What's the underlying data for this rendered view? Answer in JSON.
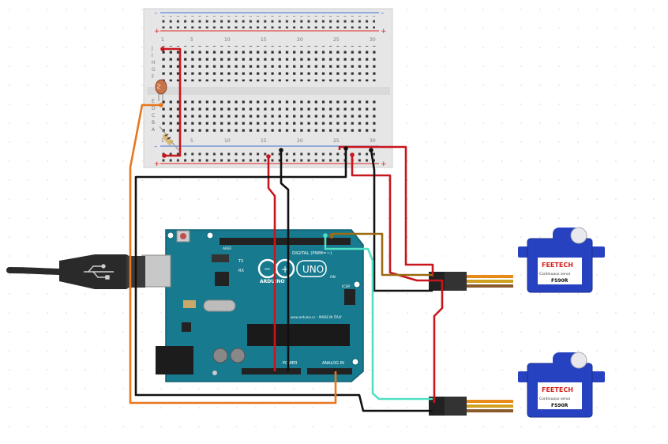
{
  "breadboard": {
    "rail_symbols": [
      "–",
      "+"
    ],
    "column_numbers": [
      "1",
      "5",
      "10",
      "15",
      "20",
      "25",
      "30"
    ],
    "row_letters_top": [
      "J",
      "I",
      "H",
      "G",
      "F"
    ],
    "row_letters_bottom": [
      "E",
      "D",
      "C",
      "B",
      "A"
    ]
  },
  "arduino": {
    "brand": "ARDUINO",
    "model": "UNO",
    "digital_label": "DIGITAL (PWM=~)",
    "power_label": "POWER",
    "analog_label": "ANALOG IN",
    "tx_label": "TX",
    "rx_label": "RX",
    "icsp_label": "ICSP",
    "aref_label": "AREF",
    "on_label": "ON",
    "site_label": "www.arduino.cc – MADE IN ITALY"
  },
  "servos": [
    {
      "brand": "FEETECH",
      "subtitle": "Continuous servo",
      "model": "FS90R"
    },
    {
      "brand": "FEETECH",
      "subtitle": "Continuous servo",
      "model": "FS90R"
    }
  ],
  "colors": {
    "wire_red": "#c8161d",
    "wire_black": "#111111",
    "wire_orange": "#e8771e",
    "wire_brown": "#9b6a12",
    "wire_cyan": "#52e0c4",
    "board_teal": "#177a8f",
    "servo_blue": "#2742c0",
    "servo_white": "#e8e8ee"
  }
}
